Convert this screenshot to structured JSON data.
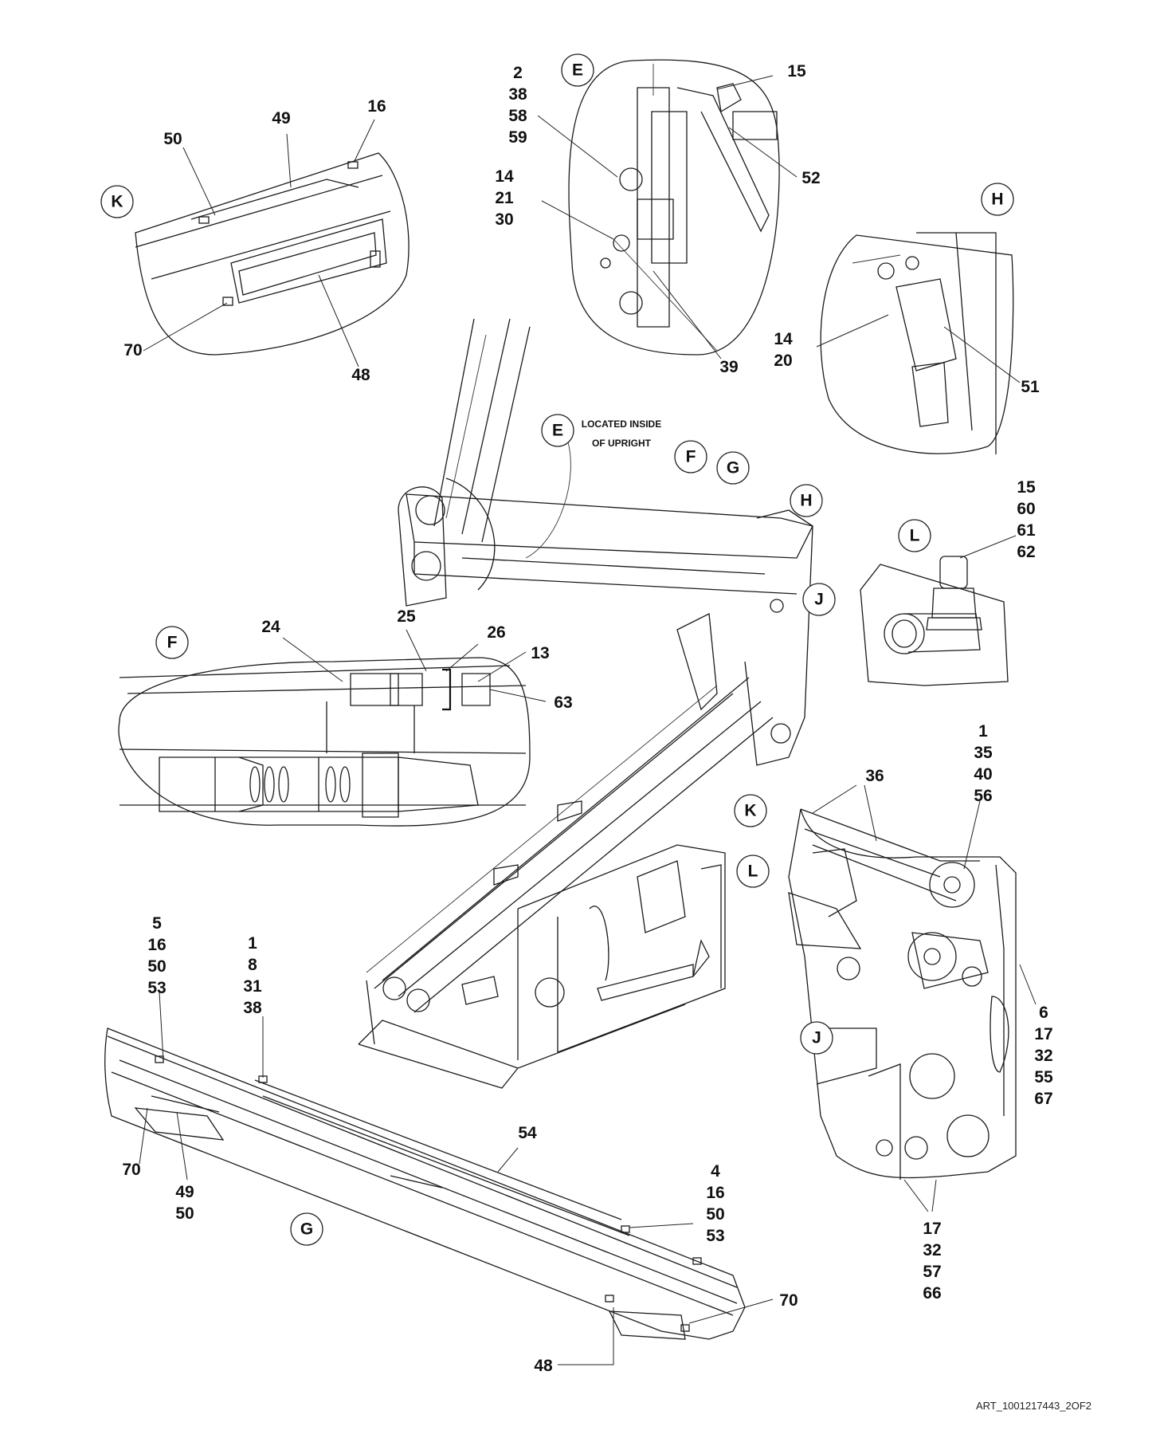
{
  "callouts": {
    "E_top": "E",
    "H_top": "H",
    "K_top": "K",
    "L_main": "L",
    "F_detail": "F",
    "J_detail": "J",
    "G_detail": "G",
    "E_main": "E",
    "F_main": "F",
    "G_main": "G",
    "H_main": "H",
    "J_main": "J",
    "K_main": "K",
    "L_main2": "L"
  },
  "detail_E": {
    "stack1": [
      "2",
      "38",
      "58",
      "59"
    ],
    "stack2": [
      "14",
      "21",
      "30"
    ],
    "p15": "15",
    "p52": "52",
    "p39": "39"
  },
  "detail_K": {
    "p50": "50",
    "p49": "49",
    "p16": "16",
    "p70": "70",
    "p48": "48"
  },
  "detail_H": {
    "stack": [
      "14",
      "20"
    ],
    "p51": "51"
  },
  "detail_L": {
    "stack": [
      "15",
      "60",
      "61",
      "62"
    ]
  },
  "detail_F": {
    "p24": "24",
    "p25": "25",
    "p26": "26",
    "p13": "13",
    "p63": "63"
  },
  "detail_J": {
    "stack_top": [
      "1",
      "35",
      "40",
      "56"
    ],
    "p36": "36",
    "stack_right": [
      "6",
      "17",
      "32",
      "55",
      "67"
    ],
    "stack_bottom": [
      "17",
      "32",
      "57",
      "66"
    ]
  },
  "detail_G": {
    "stack_left": [
      "5",
      "16",
      "50",
      "53"
    ],
    "stack_mid": [
      "1",
      "8",
      "31",
      "38"
    ],
    "p70a": "70",
    "stack_4950": [
      "49",
      "50"
    ],
    "p54": "54",
    "stack_right": [
      "4",
      "16",
      "50",
      "53"
    ],
    "p70b": "70",
    "p48": "48"
  },
  "note_located_line1": "LOCATED INSIDE",
  "note_located_line2": "OF UPRIGHT",
  "art_number": "ART_1001217443_2OF2"
}
